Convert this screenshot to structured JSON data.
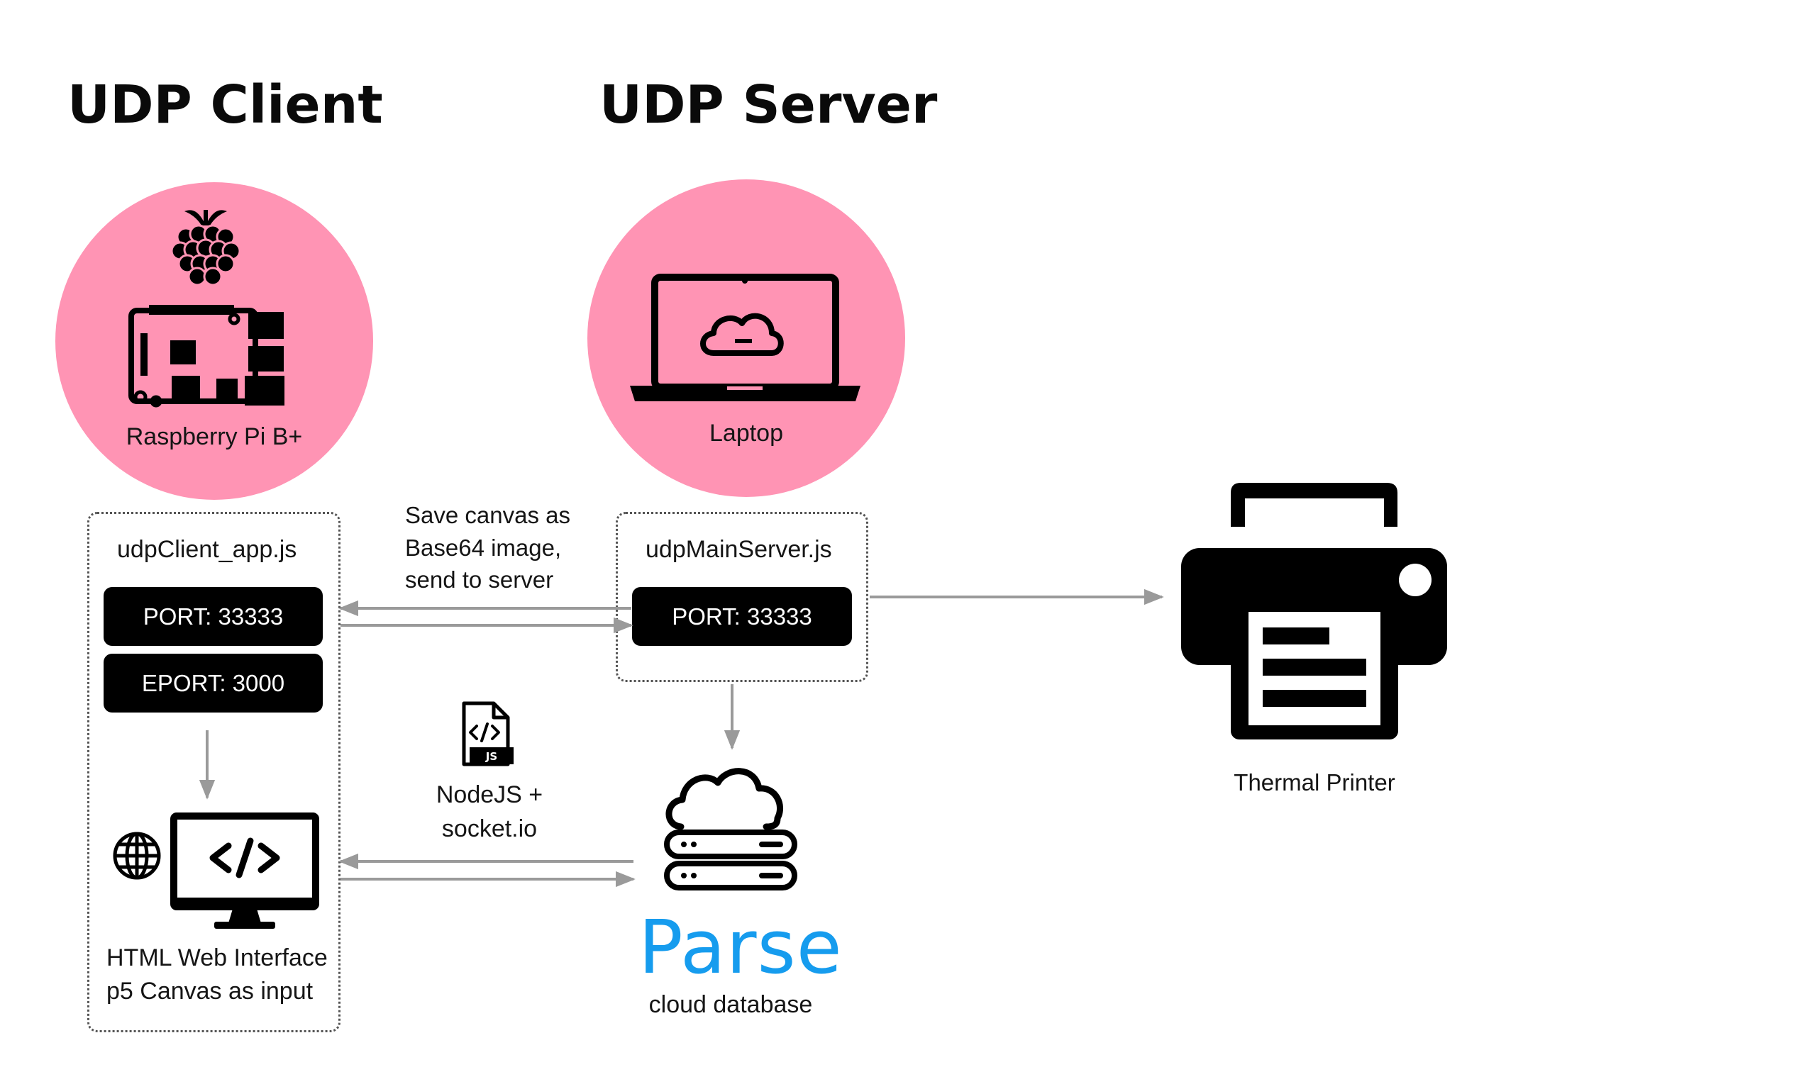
{
  "client": {
    "title": "UDP Client",
    "device_label": "Raspberry Pi B+",
    "file_name": "udpClient_app.js",
    "port_label": "PORT: 33333",
    "eport_label": "EPORT: 3000",
    "web_line1": "HTML Web Interface",
    "web_line2": "p5 Canvas as input"
  },
  "server": {
    "title": "UDP Server",
    "device_label": "Laptop",
    "file_name": "udpMainServer.js",
    "port_label": "PORT: 33333"
  },
  "flows": {
    "save_line1": "Save canvas as",
    "save_line2": "Base64 image,",
    "save_line3": "send to server",
    "node_line1": "NodeJS +",
    "node_line2": "socket.io",
    "js_badge": "JS"
  },
  "database": {
    "logo_text": "Parse",
    "label": "cloud database"
  },
  "printer": {
    "label": "Thermal Printer"
  },
  "colors": {
    "circle": "#ff94b4",
    "arrow": "#9a9a9a",
    "parse_blue": "#169cee"
  },
  "icons": {
    "raspberry": "raspberry-icon",
    "board": "circuit-board-icon",
    "laptop": "laptop-cloud-icon",
    "printer": "printer-icon",
    "database": "cloud-server-icon",
    "js_file": "js-file-icon",
    "globe": "globe-icon",
    "monitor": "code-monitor-icon"
  }
}
